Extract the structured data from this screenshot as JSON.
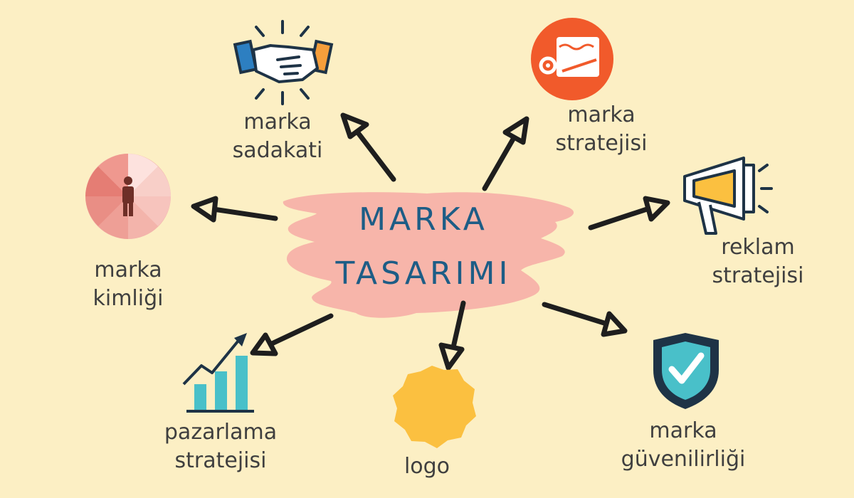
{
  "center": {
    "line1": "MARKA",
    "line2": "TASARIMI"
  },
  "nodes": {
    "sadakat": {
      "line1": "marka",
      "line2": "sadakati",
      "icon": "handshake-icon"
    },
    "strateji": {
      "line1": "marka",
      "line2": "stratejisi",
      "icon": "strategy-icon"
    },
    "reklam": {
      "line1": "reklam",
      "line2": "stratejisi",
      "icon": "megaphone-icon"
    },
    "guven": {
      "line1": "marka",
      "line2": "güvenilirliği",
      "icon": "shield-check-icon"
    },
    "logo": {
      "line1": "logo",
      "icon": "badge-icon"
    },
    "pazarlama": {
      "line1": "pazarlama",
      "line2": "stratejisi",
      "icon": "growth-chart-icon"
    },
    "kimlik": {
      "line1": "marka",
      "line2": "kimliği",
      "icon": "person-wheel-icon"
    }
  },
  "colors": {
    "background": "#fcefc4",
    "blob": "#f7b5aa",
    "title": "#1d5d86",
    "text": "#3f3f3f",
    "arrow": "#1e1e1e",
    "orange": "#f15a2b",
    "yellow": "#fbc040",
    "teal": "#49c0c9",
    "navy": "#1e3346"
  }
}
